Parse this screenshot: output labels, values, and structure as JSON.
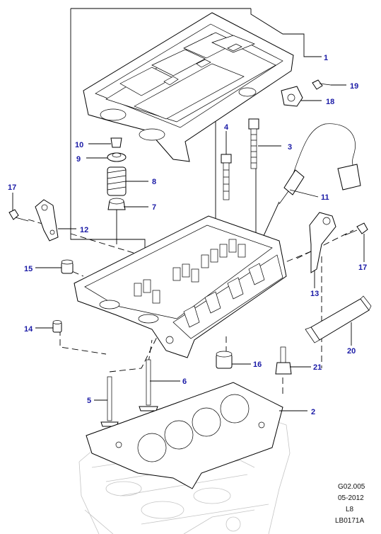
{
  "callouts": {
    "c1": "1",
    "c2": "2",
    "c3": "3",
    "c4": "4",
    "c5": "5",
    "c6": "6",
    "c7": "7",
    "c8": "8",
    "c9": "9",
    "c10": "10",
    "c11": "11",
    "c12": "12",
    "c13": "13",
    "c14": "14",
    "c15": "15",
    "c16": "16",
    "c17a": "17",
    "c17b": "17",
    "c18": "18",
    "c19": "19",
    "c20": "20",
    "c21": "21"
  },
  "footer": {
    "line1": "G02.005",
    "line2": "05-2012",
    "line3": "L8",
    "line4": "LB0171A"
  },
  "colors": {
    "callout": "#1a1aa6",
    "line": "#000000",
    "ghost": "#c4c4c4"
  }
}
